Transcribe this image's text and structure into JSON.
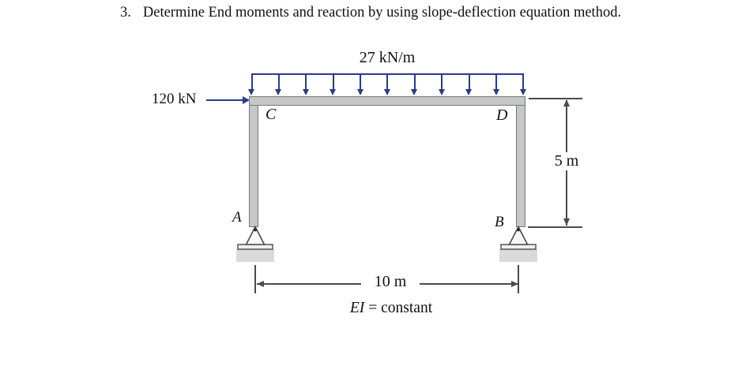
{
  "title": {
    "number": "3.",
    "text": "Determine End moments and reaction by using slope-deflection equation method."
  },
  "figure": {
    "distributed_load": {
      "label": "27 kN/m",
      "arrow_count": 11
    },
    "point_load": {
      "label": "120 kN"
    },
    "joints": {
      "top_left": "C",
      "top_right": "D",
      "bottom_left": "A",
      "bottom_right": "B"
    },
    "dimensions": {
      "column_height": "5 m",
      "beam_span": "10 m"
    },
    "note": {
      "symbol": "EI",
      "rest": "= constant"
    },
    "colors": {
      "load": "#2b3990",
      "member_fill": "#c6c7c9",
      "member_edge": "#77787b",
      "ground": "#d9dadc",
      "support_edge": "#4a4b4d",
      "dimension": "#4a4b4d",
      "text": "#111111"
    }
  }
}
